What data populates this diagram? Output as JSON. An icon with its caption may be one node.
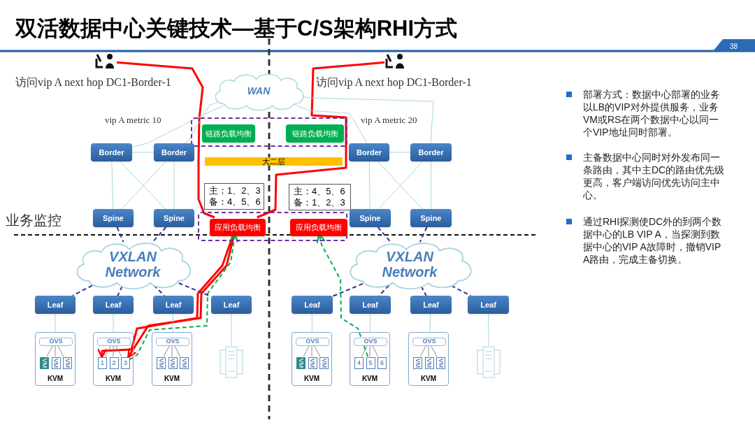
{
  "diagram": {
    "title": "双活数据中心关键技术—基于C/S架构RHI方式",
    "nodes": [
      {
        "text": [],
        "shape": "person"
      },
      {
        "text": [],
        "shape": "person"
      },
      {
        "text": [
          "WAN"
        ]
      },
      {
        "text": [],
        "shape": "box"
      },
      {
        "text": [
          "链路负载均衡"
        ],
        "in": 3
      },
      {
        "text": [
          "链路负载均衡"
        ],
        "in": 3
      },
      {
        "text": [
          "大二层"
        ]
      },
      {
        "text": [
          "Border"
        ]
      },
      {
        "text": [
          "Border"
        ]
      },
      {
        "text": [
          "Border"
        ]
      },
      {
        "text": [
          "Border"
        ]
      },
      {
        "text": [
          "主：1、2、3",
          "备：4、5、6"
        ]
      },
      {
        "text": [
          "主：4、5、6",
          "备：1、2、3"
        ]
      },
      {
        "text": [
          "Spine"
        ]
      },
      {
        "text": [
          "Spine"
        ]
      },
      {
        "text": [],
        "shape": "box"
      },
      {
        "text": [
          "应用负载均衡"
        ],
        "in": 15
      },
      {
        "text": [
          "应用负载均衡"
        ],
        "in": 15
      },
      {
        "text": [
          "Spine"
        ]
      },
      {
        "text": [
          "Spine"
        ]
      },
      {
        "text": [
          "VXLAN Network"
        ]
      },
      {
        "text": [
          "VXLAN Network"
        ]
      },
      {
        "text": [
          "Leaf"
        ]
      },
      {
        "text": [
          "Leaf"
        ]
      },
      {
        "text": [
          "Leaf"
        ]
      },
      {
        "text": [
          "Leaf"
        ]
      },
      {
        "text": [
          "Leaf"
        ]
      },
      {
        "text": [
          "Leaf"
        ]
      },
      {
        "text": [
          "Leaf"
        ]
      },
      {
        "text": [
          "Leaf"
        ]
      },
      {
        "text": [
          "KVM"
        ]
      },
      {
        "text": [
          "OVS"
        ],
        "in": 30
      },
      {
        "text": [
          "VM"
        ],
        "in": 30
      },
      {
        "text": [
          "VM"
        ],
        "in": 30
      },
      {
        "text": [
          "VM"
        ],
        "in": 30
      },
      {
        "text": [
          "KVM"
        ]
      },
      {
        "text": [
          "OVS"
        ],
        "in": 35
      },
      {
        "text": [
          "1"
        ],
        "in": 35
      },
      {
        "text": [
          "2"
        ],
        "in": 35
      },
      {
        "text": [
          "3"
        ],
        "in": 35
      },
      {
        "text": [
          "KVM"
        ]
      },
      {
        "text": [
          "OVS"
        ],
        "in": 40
      },
      {
        "text": [
          "VM"
        ],
        "in": 40
      },
      {
        "text": [
          "VM"
        ],
        "in": 40
      },
      {
        "text": [
          "VM"
        ],
        "in": 40
      },
      {
        "text": [],
        "shape": "server"
      },
      {
        "text": [
          "KVM"
        ]
      },
      {
        "text": [
          "OVS"
        ],
        "in": 46
      },
      {
        "text": [
          "VM"
        ],
        "in": 46
      },
      {
        "text": [
          "VM"
        ],
        "in": 46
      },
      {
        "text": [
          "VM"
        ],
        "in": 46
      },
      {
        "text": [
          "KVM"
        ]
      },
      {
        "text": [
          "OVS"
        ],
        "in": 51
      },
      {
        "text": [
          "4"
        ],
        "in": 51
      },
      {
        "text": [
          "5"
        ],
        "in": 51
      },
      {
        "text": [
          "6"
        ],
        "in": 51
      },
      {
        "text": [
          "KVM"
        ]
      },
      {
        "text": [
          "OVS"
        ],
        "in": 56
      },
      {
        "text": [
          "VM"
        ],
        "in": 56
      },
      {
        "text": [
          "VM"
        ],
        "in": 56
      },
      {
        "text": [
          "VM"
        ],
        "in": 56
      },
      {
        "text": [],
        "shape": "server"
      }
    ],
    "edges": [
      {
        "from": 0,
        "to": 16,
        "arrow": "none",
        "style": "thick",
        "color": "#ff0000"
      },
      {
        "from": 1,
        "to": 16,
        "arrow": "none",
        "style": "thick",
        "color": "#ff0000"
      },
      {
        "from": 16,
        "to": 37,
        "arrow": "to",
        "style": "thick",
        "color": "#ff0000"
      },
      {
        "from": 16,
        "to": 39,
        "arrow": "to",
        "style": "thick",
        "color": "#ff0000"
      },
      {
        "from": 39,
        "to": 16,
        "arrow": "to",
        "style": "dashed",
        "color": "#00b050"
      },
      {
        "from": 54,
        "to": 17,
        "arrow": "to",
        "style": "dashed",
        "color": "#00b050"
      },
      {
        "from": 2,
        "to": 7,
        "arrow": "none"
      },
      {
        "from": 2,
        "to": 8,
        "arrow": "none"
      },
      {
        "from": 2,
        "to": 9,
        "arrow": "none"
      },
      {
        "from": 2,
        "to": 10,
        "arrow": "none"
      },
      {
        "from": 7,
        "to": 8,
        "arrow": "none"
      },
      {
        "from": 7,
        "to": 13,
        "arrow": "none"
      },
      {
        "from": 7,
        "to": 14,
        "arrow": "none"
      },
      {
        "from": 8,
        "to": 13,
        "arrow": "none"
      },
      {
        "from": 8,
        "to": 14,
        "arrow": "none"
      },
      {
        "from": 9,
        "to": 10,
        "arrow": "none"
      },
      {
        "from": 9,
        "to": 18,
        "arrow": "none"
      },
      {
        "from": 9,
        "to": 19,
        "arrow": "none"
      },
      {
        "from": 10,
        "to": 18,
        "arrow": "none"
      },
      {
        "from": 10,
        "to": 19,
        "arrow": "none"
      },
      {
        "from": 13,
        "to": 20,
        "arrow": "none",
        "style": "dashed",
        "color": "#2e3192"
      },
      {
        "from": 14,
        "to": 20,
        "arrow": "none",
        "style": "dashed",
        "color": "#2e3192"
      },
      {
        "from": 18,
        "to": 21,
        "arrow": "none",
        "style": "dashed",
        "color": "#2e3192"
      },
      {
        "from": 19,
        "to": 21,
        "arrow": "none",
        "style": "dashed",
        "color": "#2e3192"
      },
      {
        "from": 20,
        "to": 22,
        "arrow": "none",
        "style": "dashed",
        "color": "#2e3192"
      },
      {
        "from": 20,
        "to": 23,
        "arrow": "none",
        "style": "dashed",
        "color": "#2e3192"
      },
      {
        "from": 20,
        "to": 24,
        "arrow": "none",
        "style": "dashed",
        "color": "#2e3192"
      },
      {
        "from": 20,
        "to": 25,
        "arrow": "none",
        "style": "dashed",
        "color": "#2e3192"
      },
      {
        "from": 21,
        "to": 26,
        "arrow": "none",
        "style": "dashed",
        "color": "#2e3192"
      },
      {
        "from": 21,
        "to": 27,
        "arrow": "none",
        "style": "dashed",
        "color": "#2e3192"
      },
      {
        "from": 21,
        "to": 28,
        "arrow": "none",
        "style": "dashed",
        "color": "#2e3192"
      },
      {
        "from": 21,
        "to": 29,
        "arrow": "none",
        "style": "dashed",
        "color": "#2e3192"
      },
      {
        "from": 22,
        "to": 30,
        "arrow": "none"
      },
      {
        "from": 23,
        "to": 35,
        "arrow": "none"
      },
      {
        "from": 24,
        "to": 40,
        "arrow": "none"
      },
      {
        "from": 25,
        "to": 45,
        "arrow": "none"
      },
      {
        "from": 26,
        "to": 46,
        "arrow": "none"
      },
      {
        "from": 27,
        "to": 51,
        "arrow": "none"
      },
      {
        "from": 28,
        "to": 56,
        "arrow": "none"
      },
      {
        "from": 29,
        "to": 61,
        "arrow": "none"
      },
      {
        "from": 31,
        "to": 32,
        "arrow": "none",
        "color": "#8c8c8c"
      },
      {
        "from": 31,
        "to": 33,
        "arrow": "none",
        "color": "#8c8c8c"
      },
      {
        "from": 31,
        "to": 34,
        "arrow": "none",
        "color": "#8c8c8c"
      },
      {
        "from": 36,
        "to": 37,
        "arrow": "none",
        "color": "#8c8c8c"
      },
      {
        "from": 36,
        "to": 38,
        "arrow": "none",
        "color": "#8c8c8c"
      },
      {
        "from": 36,
        "to": 39,
        "arrow": "none",
        "color": "#8c8c8c"
      },
      {
        "from": 41,
        "to": 42,
        "arrow": "none",
        "color": "#8c8c8c"
      },
      {
        "from": 41,
        "to": 43,
        "arrow": "none",
        "color": "#8c8c8c"
      },
      {
        "from": 41,
        "to": 44,
        "arrow": "none",
        "color": "#8c8c8c"
      },
      {
        "from": 47,
        "to": 48,
        "arrow": "none",
        "color": "#8c8c8c"
      },
      {
        "from": 47,
        "to": 49,
        "arrow": "none",
        "color": "#8c8c8c"
      },
      {
        "from": 47,
        "to": 50,
        "arrow": "none",
        "color": "#8c8c8c"
      },
      {
        "from": 52,
        "to": 53,
        "arrow": "none",
        "color": "#8c8c8c"
      },
      {
        "from": 52,
        "to": 54,
        "arrow": "none",
        "color": "#8c8c8c"
      },
      {
        "from": 52,
        "to": 55,
        "arrow": "none",
        "color": "#8c8c8c"
      },
      {
        "from": 57,
        "to": 58,
        "arrow": "none",
        "color": "#8c8c8c"
      },
      {
        "from": 57,
        "to": 59,
        "arrow": "none",
        "color": "#8c8c8c"
      },
      {
        "from": 57,
        "to": 60,
        "arrow": "none",
        "color": "#8c8c8c"
      }
    ],
    "labels": [
      "38",
      "访问vip A next hop DC1-Border-1",
      "访问vip A next hop DC1-Border-1",
      "vip A metric 10",
      "vip A metric 20",
      "业务监控",
      "部署方式：数据中心部署的业务以LB的VIP对外提供服务，业务VM或RS在两个数据中心以同一个VIP地址同时部署。",
      "主备数据中心同时对外发布同一条路由，其中主DC的路由优先级更高，客户端访问优先访问主中心。",
      "通过RHI探测使DC外的到两个数据中心的LB VIP A，当探测到数据中心的VIP A故障时，撤销VIP A路由，完成主备切换。"
    ]
  }
}
